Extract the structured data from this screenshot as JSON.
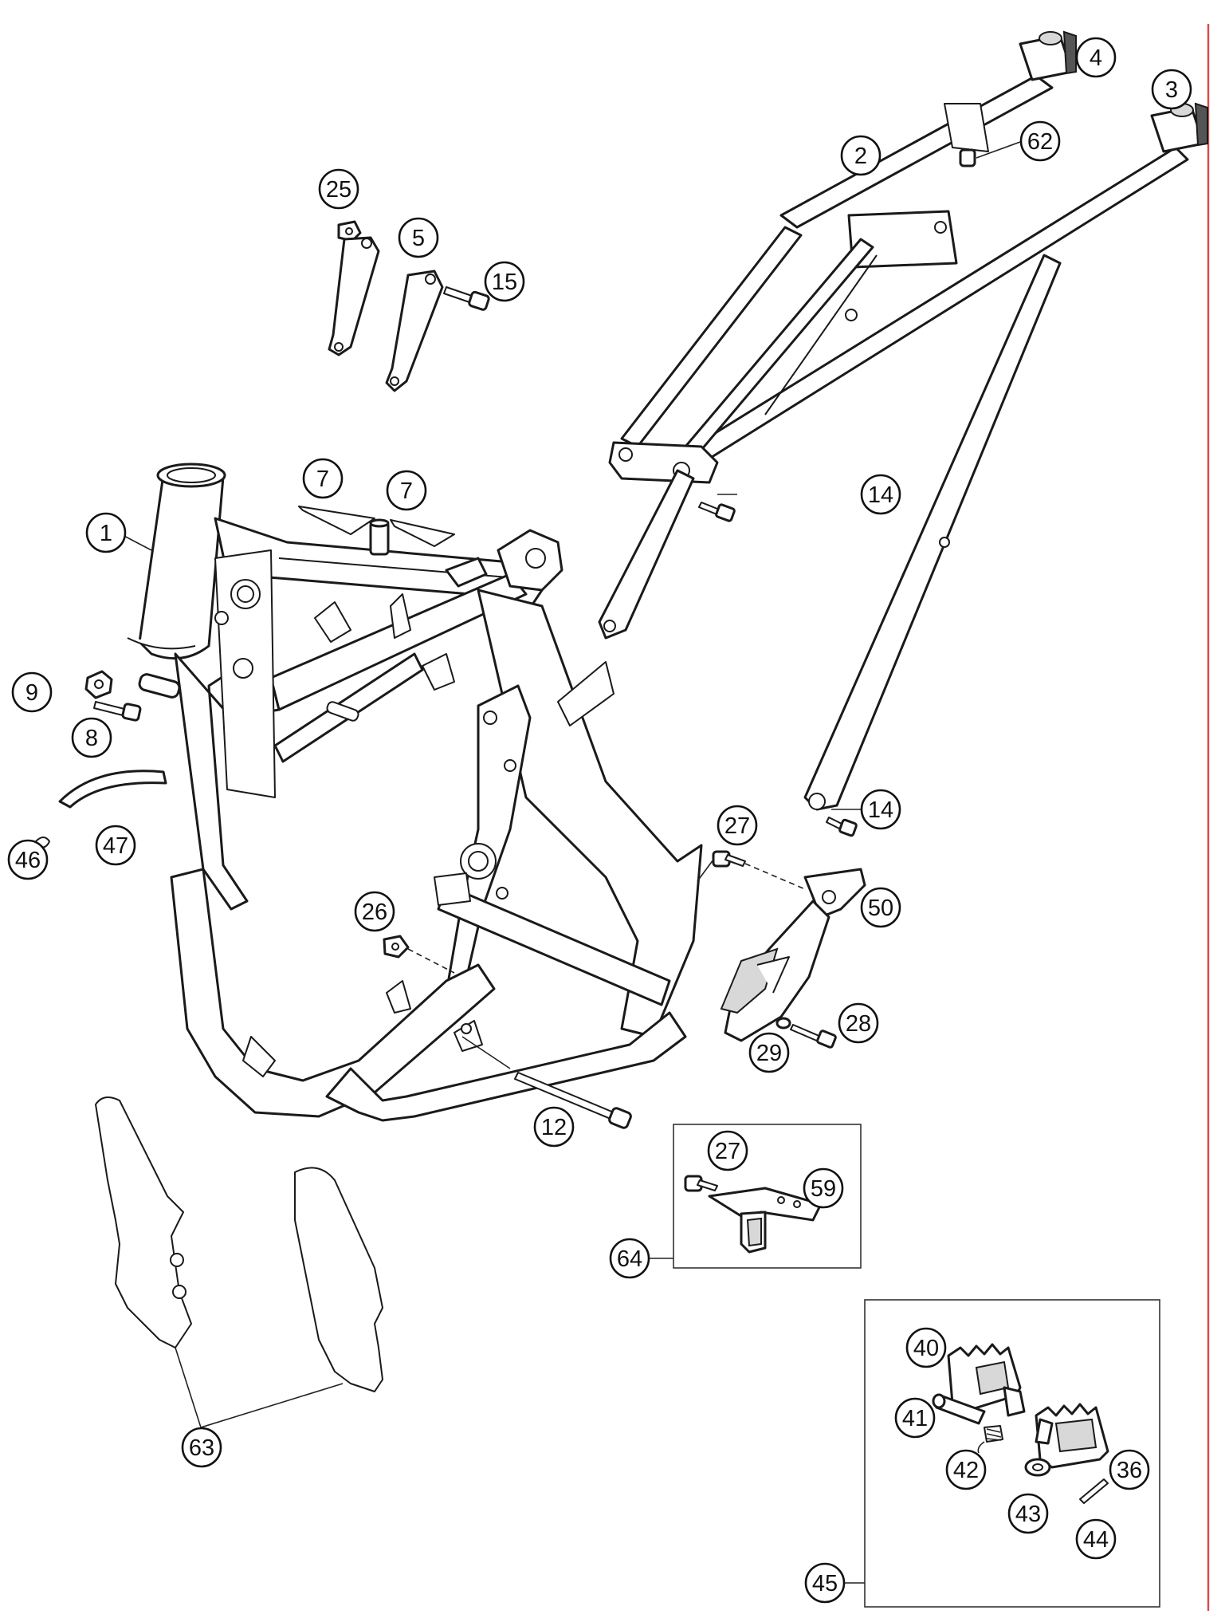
{
  "diagram": {
    "callouts": [
      {
        "label": "1"
      },
      {
        "label": "2"
      },
      {
        "label": "3"
      },
      {
        "label": "4"
      },
      {
        "label": "5"
      },
      {
        "label": "7"
      },
      {
        "label": "7"
      },
      {
        "label": "8"
      },
      {
        "label": "9"
      },
      {
        "label": "12"
      },
      {
        "label": "14"
      },
      {
        "label": "14"
      },
      {
        "label": "15"
      },
      {
        "label": "25"
      },
      {
        "label": "26"
      },
      {
        "label": "27"
      },
      {
        "label": "27"
      },
      {
        "label": "28"
      },
      {
        "label": "29"
      },
      {
        "label": "36"
      },
      {
        "label": "40"
      },
      {
        "label": "41"
      },
      {
        "label": "42"
      },
      {
        "label": "43"
      },
      {
        "label": "44"
      },
      {
        "label": "45"
      },
      {
        "label": "46"
      },
      {
        "label": "47"
      },
      {
        "label": "50"
      },
      {
        "label": "59"
      },
      {
        "label": "62"
      },
      {
        "label": "63"
      },
      {
        "label": "64"
      }
    ],
    "colors": {
      "line": "#1a1a1a",
      "background": "#ffffff",
      "edge_line": "#e04848"
    }
  }
}
